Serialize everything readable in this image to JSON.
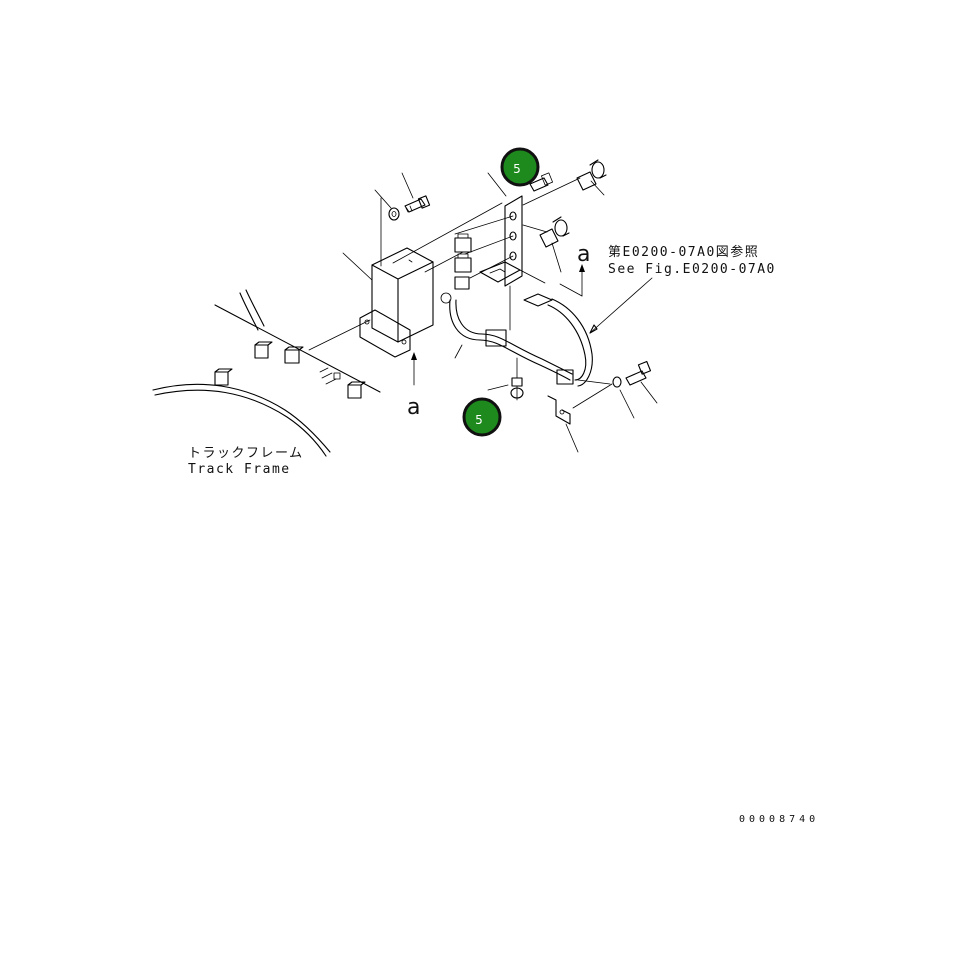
{
  "callouts": {
    "badge_top": "5",
    "badge_bottom": "5"
  },
  "labels": {
    "view_a_right": "a",
    "view_a_left": "a",
    "see_fig_jp": "第E0200-07A0図参照",
    "see_fig_en": "See Fig.E0200-07A0",
    "track_frame_jp": "トラックフレーム",
    "track_frame_en": "Track Frame"
  },
  "drawing_id": "00008740",
  "colors": {
    "badge_fill": "#1e8a1e",
    "line": "#000000",
    "background": "#ffffff"
  }
}
